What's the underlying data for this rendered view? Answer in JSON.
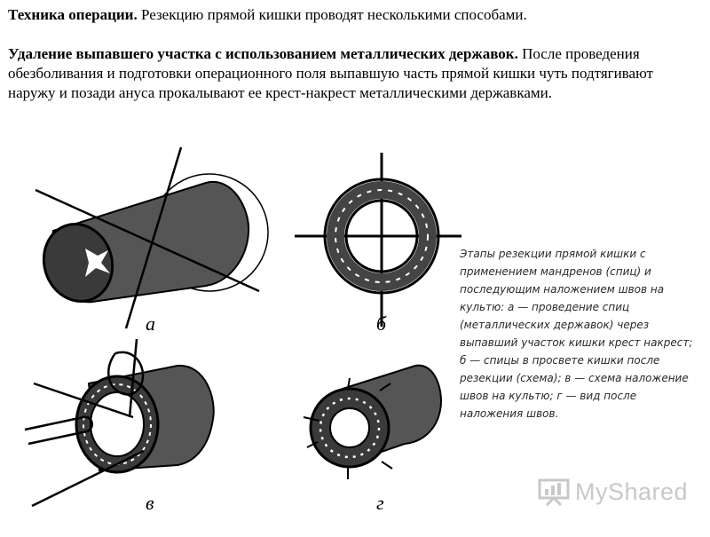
{
  "paragraph1": {
    "lead": "Техника операции.",
    "body": " Резекцию прямой кишки проводят несколькими способами."
  },
  "paragraph2": {
    "lead": "Удаление выпавшего участка с использованием металлических державок.",
    "body": " После проведения обезболивания и подготовки операционного поля выпавшую часть прямой кишки чуть подтягивают наружу и позади ануса прокалывают ее крест-накрест металлическими державками."
  },
  "figure": {
    "labels": {
      "a": "а",
      "b": "б",
      "v": "в",
      "g": "г"
    }
  },
  "caption": "Этапы резекции прямой кишки с применением мандренов (спиц) и последующим наложением швов на культю: а — проведение спиц (металлических державок) через выпавший участок кишки крест накрест; б — спицы в просвете кишки после резекции (схема); в — схема наложение швов на культю; г — вид после наложения швов.",
  "watermark": {
    "text": "MyShared",
    "icon": "presentation-board-icon",
    "color": "#c8c8c8"
  }
}
